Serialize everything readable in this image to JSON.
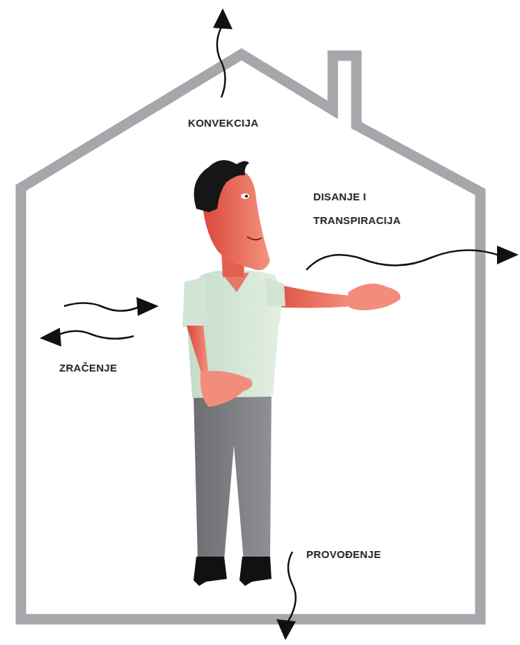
{
  "diagram": {
    "labels": [
      "KONVEKCIJA",
      "DISANJE I TRANSPIRACIJA",
      "ZRAČENJE",
      "PROVOĐENJE"
    ]
  }
}
